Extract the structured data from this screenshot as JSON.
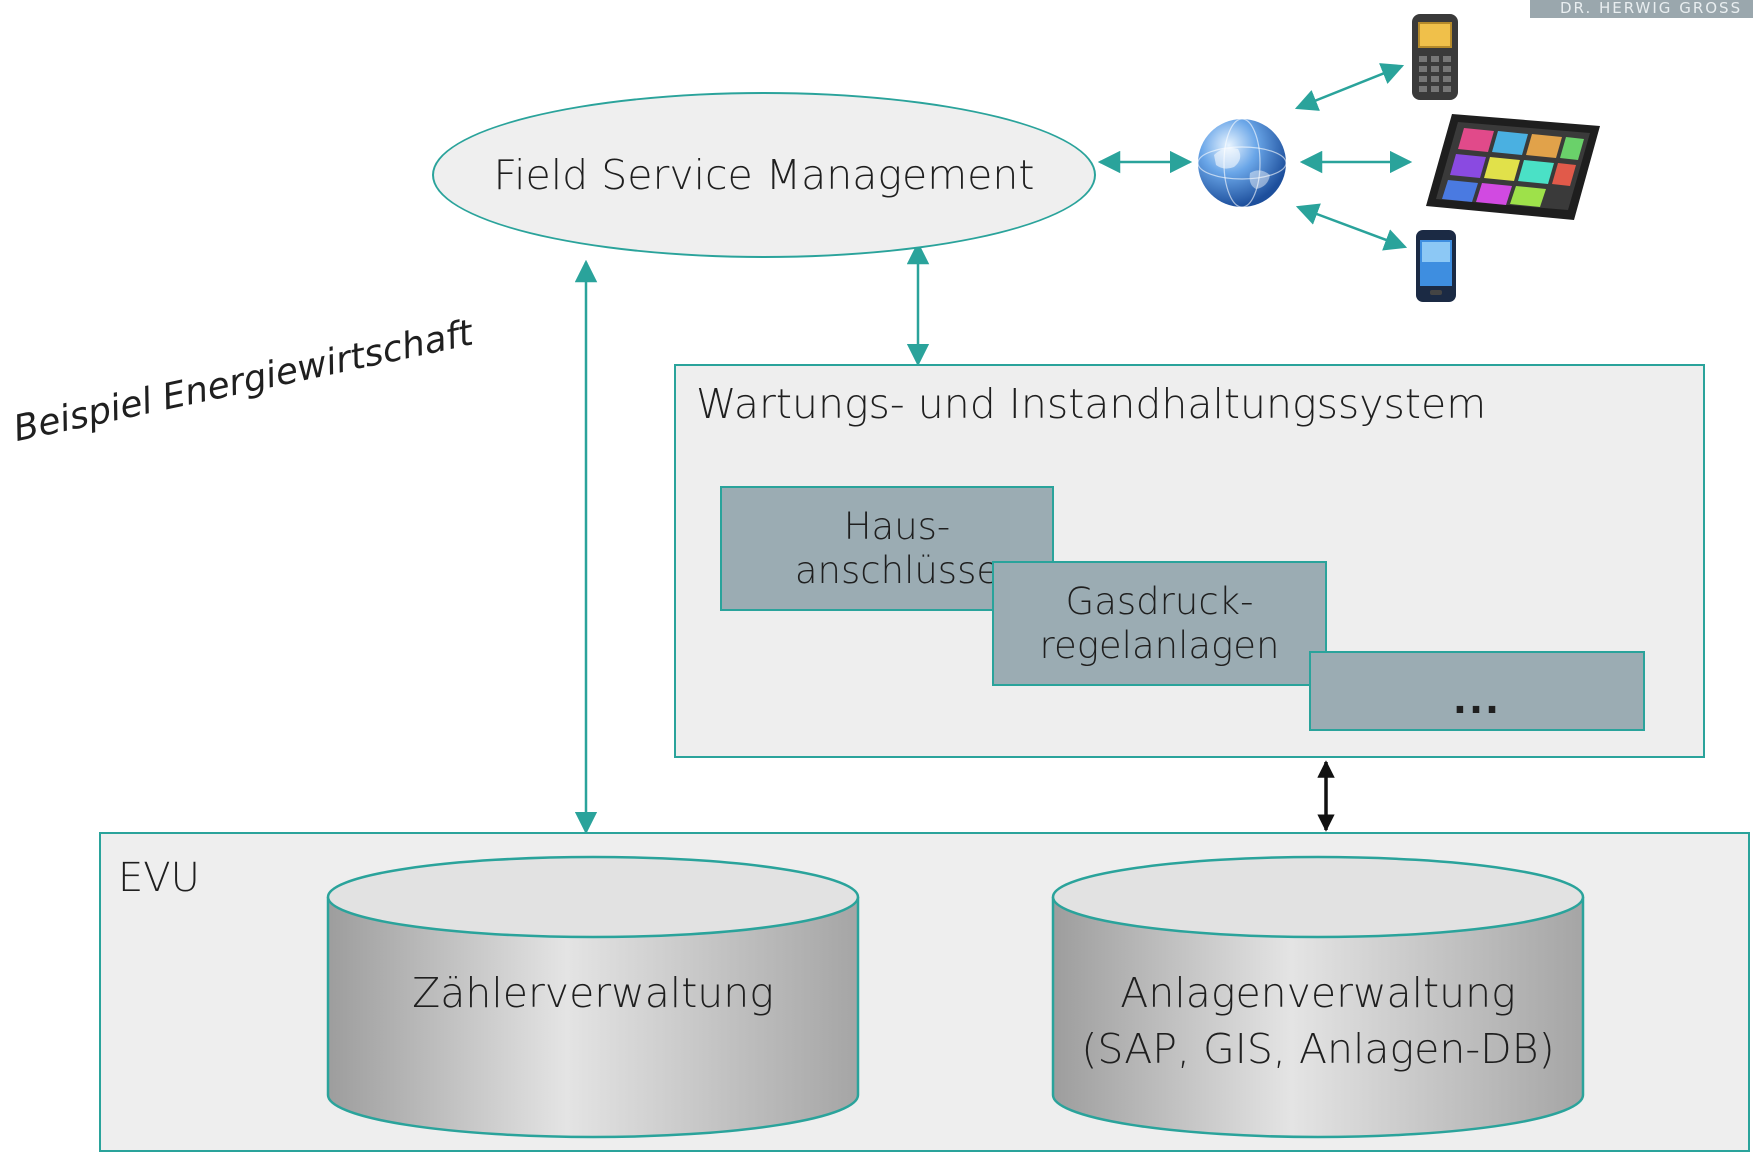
{
  "corner_tag": "DR. HERWIG GROSS",
  "caption": "Beispiel Energiewirtschaft",
  "fsm": {
    "label": "Field Service Management"
  },
  "maintenance_system": {
    "title": "Wartungs- und Instandhaltungssystem",
    "modules": [
      {
        "line1": "Haus-",
        "line2": "anschlüsse"
      },
      {
        "line1": "Gasdruck-",
        "line2": "regelanlagen"
      },
      {
        "line1": "..."
      }
    ]
  },
  "evu": {
    "label": "EVU",
    "databases": [
      {
        "line1": "Zählerverwaltung"
      },
      {
        "line1": "Anlagenverwaltung",
        "line2": "(SAP, GIS, Anlagen-DB)"
      }
    ]
  },
  "icons": [
    "globe-icon",
    "handheld-device-icon",
    "tablet-icon",
    "smartphone-icon"
  ],
  "colors": {
    "accent": "#2aa39b",
    "panel": "#eeeeee",
    "module": "#9bacb3"
  }
}
